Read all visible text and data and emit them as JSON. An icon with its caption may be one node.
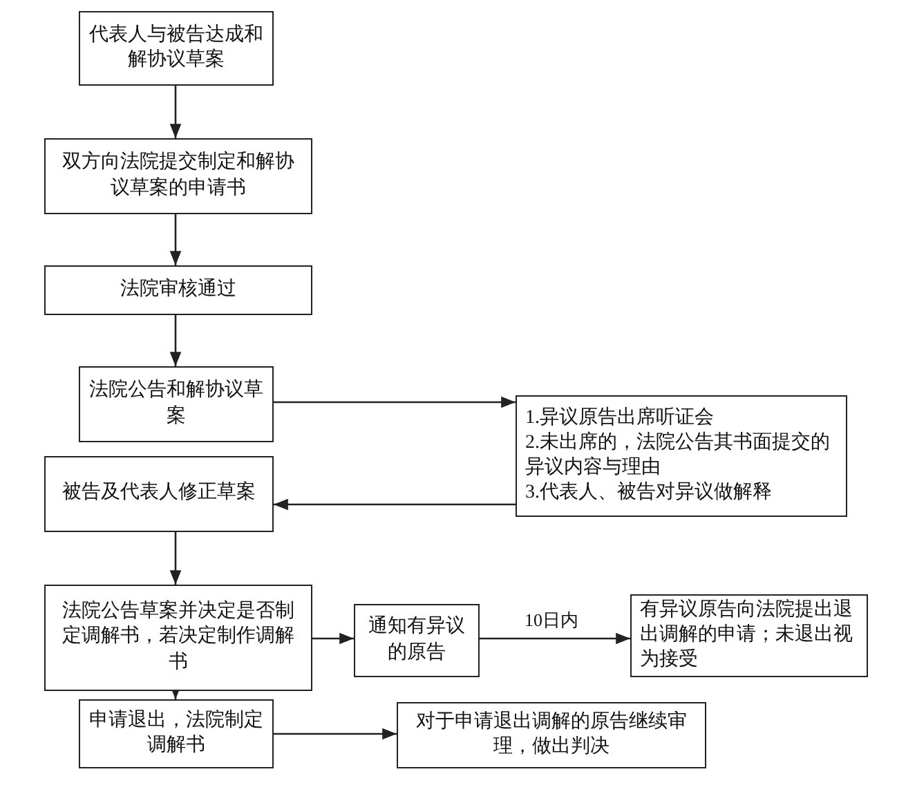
{
  "diagram": {
    "nodes": [
      {
        "text": [
          "代表人与被告达成和解协议草案"
        ]
      },
      {
        "text": [
          "双方向法院提交制定和解协议草案的申请书"
        ]
      },
      {
        "text": [
          "法院审核通过"
        ]
      },
      {
        "text": [
          "法院公告和解协议草案"
        ]
      },
      {
        "text": [
          "1.异议原告出席听证会",
          "2.未出席的，法院公告其书面提交的异议内容与理由",
          "3.代表人、被告对异议做解释"
        ]
      },
      {
        "text": [
          "被告及代表人修正草案"
        ]
      },
      {
        "text": [
          "法院公告草案并决定是否制定调解书，若决定制作调解书"
        ]
      },
      {
        "text": [
          "通知有异议的原告"
        ]
      },
      {
        "text": [
          "有异议原告向法院提出退出调解的申请；未退出视为接受"
        ]
      },
      {
        "text": [
          "申请退出，法院制定调解书"
        ]
      },
      {
        "text": [
          "对于申请退出调解的原告继续审理，做出判决"
        ]
      }
    ],
    "edges": [
      {
        "from": 0,
        "to": 1,
        "arrow": "to"
      },
      {
        "from": 1,
        "to": 2,
        "arrow": "to"
      },
      {
        "from": 2,
        "to": 3,
        "arrow": "to"
      },
      {
        "from": 3,
        "to": 4,
        "arrow": "to"
      },
      {
        "from": 4,
        "to": 5,
        "arrow": "to"
      },
      {
        "from": 5,
        "to": 6,
        "arrow": "to"
      },
      {
        "from": 6,
        "to": 7,
        "arrow": "to"
      },
      {
        "from": 7,
        "to": 8,
        "arrow": "to",
        "label": "10日内"
      },
      {
        "from": 6,
        "to": 9,
        "arrow": "to"
      },
      {
        "from": 9,
        "to": 10,
        "arrow": "to"
      }
    ]
  }
}
